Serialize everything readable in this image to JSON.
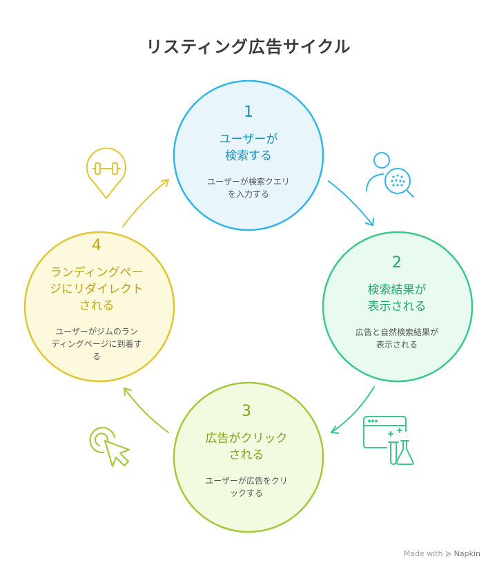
{
  "title": "リスティング広告サイクル",
  "colors": {
    "step1": "#1a8fc1",
    "step2": "#23a66f",
    "step3": "#7ea41c",
    "step4": "#c1a50f"
  },
  "steps": [
    {
      "number": "1",
      "heading": "ユーザーが\n検索する",
      "description": "ユーザーが検索クエリ\nを入力する",
      "icon": "user-search-icon"
    },
    {
      "number": "2",
      "heading": "検索結果が\n表示される",
      "description": "広告と自然検索結果が\n表示される",
      "icon": "browser-lab-icon"
    },
    {
      "number": "3",
      "heading": "広告がクリック\nされる",
      "description": "ユーザーが広告をクリ\nックする",
      "icon": "cursor-click-icon"
    },
    {
      "number": "4",
      "heading": "ランディングペー\nジにリダイレクト\nされる",
      "description": "ユーザーがジムのラン\nディングページに到着す\nる",
      "icon": "gym-location-pin-icon"
    }
  ],
  "footer": {
    "made_with": "Made with",
    "brand": "Napkin"
  }
}
